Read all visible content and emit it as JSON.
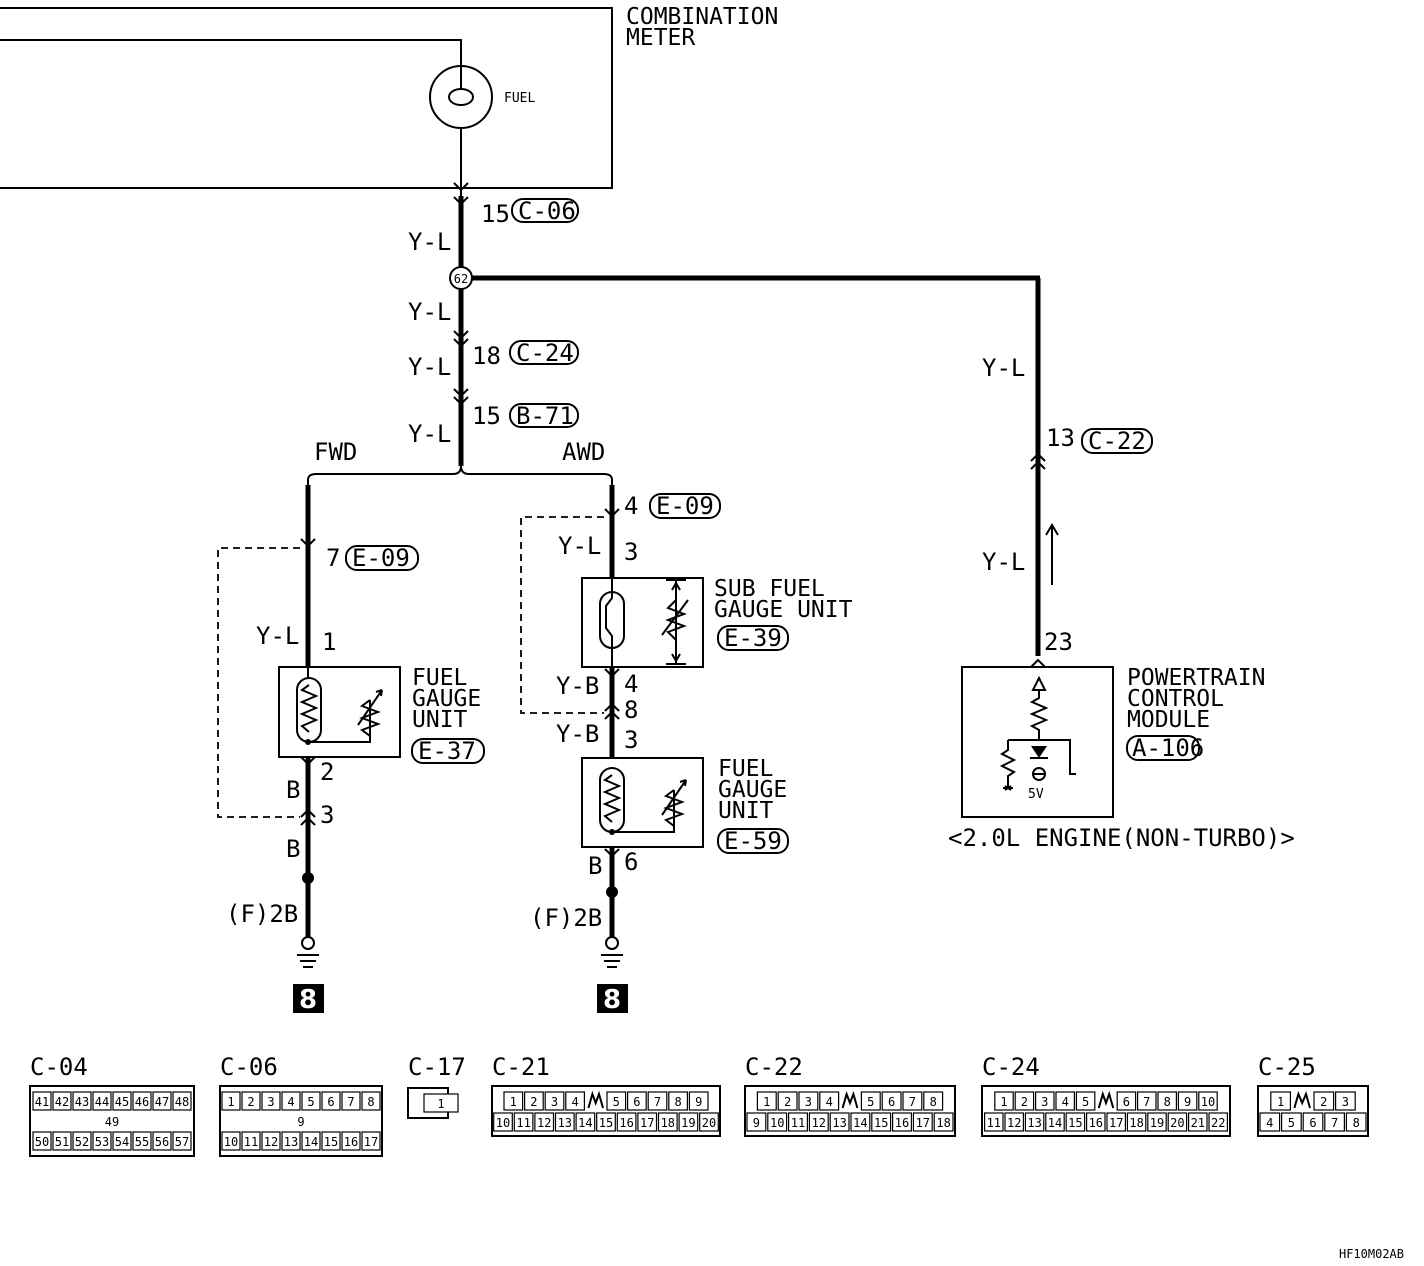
{
  "combination_meter": {
    "title_line1": "COMBINATION",
    "title_line2": "METER",
    "gauge_label": "FUEL"
  },
  "connectors": {
    "c06_pin": "15",
    "c06": "C-06",
    "junction": "62",
    "c24_pin": "18",
    "c24": "C-24",
    "b71_pin": "15",
    "b71": "B-71",
    "c22_pin": "13",
    "c22": "C-22",
    "pcm_pin": "23"
  },
  "wire_colors": {
    "yl": "Y-L",
    "yb": "Y-B",
    "b": "B"
  },
  "variants": {
    "fwd": "FWD",
    "awd": "AWD"
  },
  "fwd_branch": {
    "e09_pin": "7",
    "e09": "E-09",
    "pin1": "1",
    "pin2": "2",
    "pin3": "3",
    "unit_line1": "FUEL",
    "unit_line2": "GAUGE",
    "unit_line3": "UNIT",
    "unit_code": "E-37",
    "ground": "(F)2B",
    "ground_num": "8"
  },
  "awd_branch": {
    "e09_pin": "4",
    "e09": "E-09",
    "sub_pin3": "3",
    "sub_pin4": "4",
    "sub_line1": "SUB FUEL",
    "sub_line2": "GAUGE UNIT",
    "sub_code": "E-39",
    "pin8": "8",
    "fg_pin3": "3",
    "fg_pin6": "6",
    "unit_line1": "FUEL",
    "unit_line2": "GAUGE",
    "unit_line3": "UNIT",
    "unit_code": "E-59",
    "ground": "(F)2B",
    "ground_num": "8"
  },
  "pcm": {
    "line1": "POWERTRAIN",
    "line2": "CONTROL",
    "line3": "MODULE",
    "code": "A-106",
    "voltage": "5V",
    "note": "<2.0L ENGINE(NON-TURBO)>"
  },
  "connector_views": [
    {
      "id": "C-04",
      "row1": [
        "41",
        "42",
        "43",
        "44",
        "45",
        "46",
        "47",
        "48"
      ],
      "mid": "49",
      "row2": [
        "50",
        "51",
        "52",
        "53",
        "54",
        "55",
        "56",
        "57"
      ]
    },
    {
      "id": "C-06",
      "row1": [
        "1",
        "2",
        "3",
        "4",
        "5",
        "6",
        "7",
        "8"
      ],
      "mid": "9",
      "row2": [
        "10",
        "11",
        "12",
        "13",
        "14",
        "15",
        "16",
        "17"
      ]
    },
    {
      "id": "C-17",
      "row1": [
        "1"
      ]
    },
    {
      "id": "C-21",
      "row1": [
        "1",
        "2",
        "3",
        "4",
        "",
        "5",
        "6",
        "7",
        "8",
        "9"
      ],
      "row2": [
        "10",
        "11",
        "12",
        "13",
        "14",
        "15",
        "16",
        "17",
        "18",
        "19",
        "20"
      ]
    },
    {
      "id": "C-22",
      "row1": [
        "1",
        "2",
        "3",
        "4",
        "",
        "5",
        "6",
        "7",
        "8"
      ],
      "row2": [
        "9",
        "10",
        "11",
        "12",
        "13",
        "14",
        "15",
        "16",
        "17",
        "18"
      ]
    },
    {
      "id": "C-24",
      "row1": [
        "1",
        "2",
        "3",
        "4",
        "5",
        "",
        "6",
        "7",
        "8",
        "9",
        "10"
      ],
      "row2": [
        "11",
        "12",
        "13",
        "14",
        "15",
        "16",
        "17",
        "18",
        "19",
        "20",
        "21",
        "22"
      ]
    },
    {
      "id": "C-25",
      "row1": [
        "1",
        "",
        "2",
        "3"
      ],
      "row2": [
        "4",
        "5",
        "6",
        "7",
        "8"
      ]
    }
  ],
  "figure_code": "HF10M02AB"
}
